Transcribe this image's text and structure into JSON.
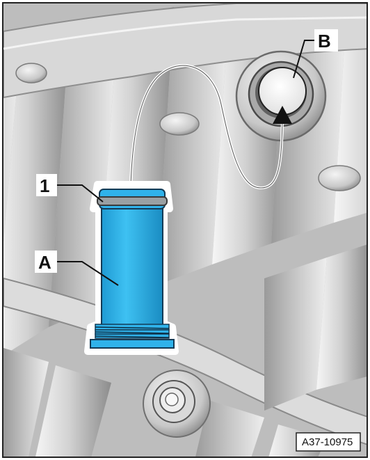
{
  "figure": {
    "reference_code": "A37-10975",
    "callouts": {
      "part_1": "1",
      "part_A": "A",
      "part_B": "B"
    },
    "components": {
      "tool": "tool-a",
      "seal_ring": "part-1",
      "bore": "bore-b"
    },
    "colors": {
      "tool_fill": "#2fb2ea",
      "tool_outline": "#123a55",
      "seal": "#9aa0a3",
      "casting_base": "#b4b4b4",
      "casting_light": "#e6e6e6",
      "casting_shadow": "#7c7c7c",
      "frame": "#222222"
    }
  }
}
